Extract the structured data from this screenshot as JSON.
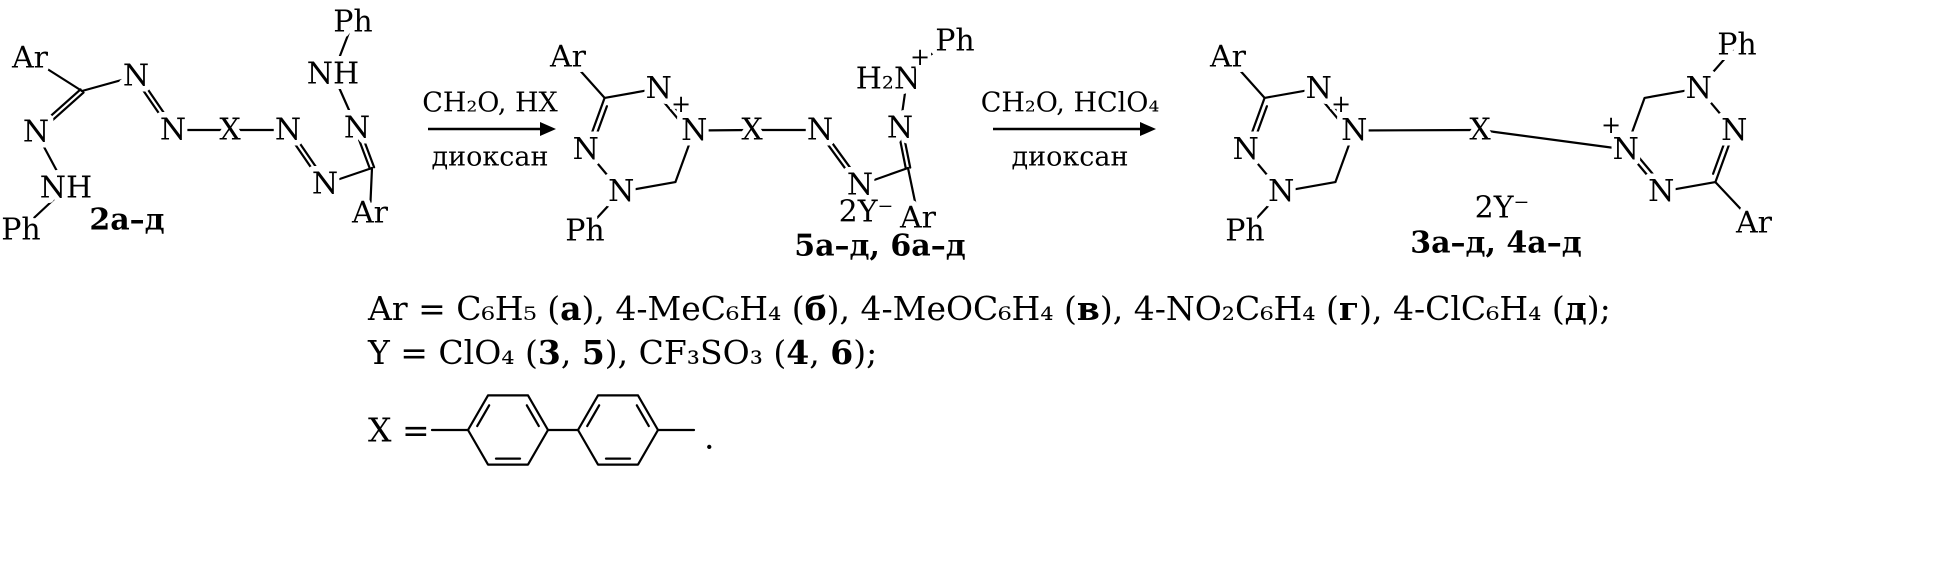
{
  "atoms": {
    "ar": "Ar",
    "n": "N",
    "nh": "NH",
    "ph": "Ph",
    "x": "X",
    "h2n": "H₂N",
    "plus": "+"
  },
  "labels": {
    "compound2": "2а–д",
    "compound56": "5а–д, 6а–д",
    "compound34": "3а–д, 4а–д",
    "counterion": "2Y⁻"
  },
  "arrows": {
    "first": {
      "above": "CH₂O, HX",
      "below": "диоксан"
    },
    "second": {
      "above": "CH₂O, HClO₄",
      "below": "диоксан"
    }
  },
  "legend": {
    "ar_segments": [
      {
        "t": "Ar = C₆H₅ ("
      },
      {
        "t": "а",
        "b": true
      },
      {
        "t": "), 4-MeC₆H₄ ("
      },
      {
        "t": "б",
        "b": true
      },
      {
        "t": "), 4-MeOC₆H₄ ("
      },
      {
        "t": "в",
        "b": true
      },
      {
        "t": "), 4-NO₂C₆H₄ ("
      },
      {
        "t": "г",
        "b": true
      },
      {
        "t": "), 4-ClC₆H₄ ("
      },
      {
        "t": "д",
        "b": true
      },
      {
        "t": ");"
      }
    ],
    "y_segments": [
      {
        "t": "Y = ClO₄ ("
      },
      {
        "t": "3",
        "b": true
      },
      {
        "t": ", "
      },
      {
        "t": "5",
        "b": true
      },
      {
        "t": "), CF₃SO₃ ("
      },
      {
        "t": "4",
        "b": true
      },
      {
        "t": ", "
      },
      {
        "t": "6",
        "b": true
      },
      {
        "t": ");"
      }
    ],
    "x_label": "X =",
    "terminator": "."
  }
}
